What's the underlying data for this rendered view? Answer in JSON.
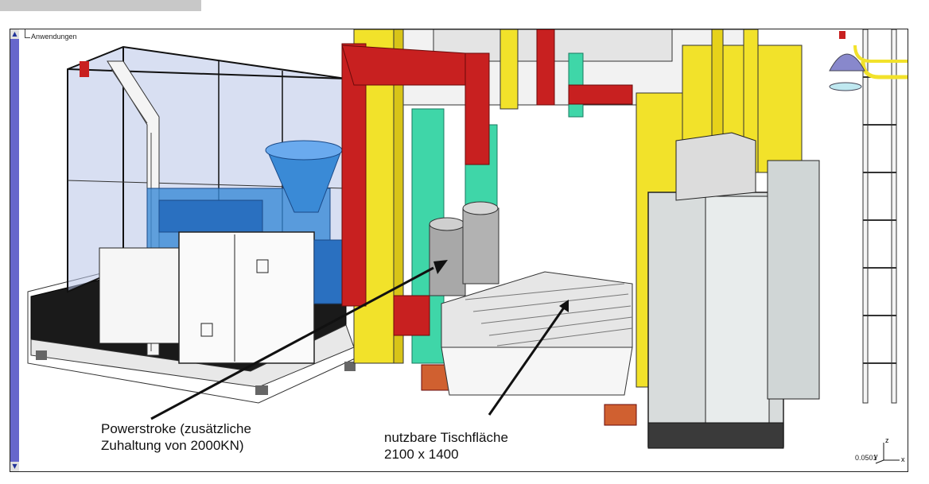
{
  "tree": {
    "label": "Anwendungen"
  },
  "annotations": {
    "powerstroke_line1": "Powerstroke (zusätzliche",
    "powerstroke_line2": "Zuhaltung von 2000KN)",
    "tisch_line1": "nutzbare Tischfläche",
    "tisch_line2": "2100 x 1400"
  },
  "axis": {
    "value": "0.0501",
    "y_label": "y",
    "z_label": "z",
    "x_label": "x"
  },
  "colors": {
    "frame_yellow": "#f2e22a",
    "column_green": "#3fd6a8",
    "hydraulic_red": "#c82020",
    "hydraulic_blue": "#3a8ad6",
    "cabinet_grey": "#d8dcdc",
    "cage_blue": "#b8c4e8",
    "scrollbar": "#6666cc"
  }
}
